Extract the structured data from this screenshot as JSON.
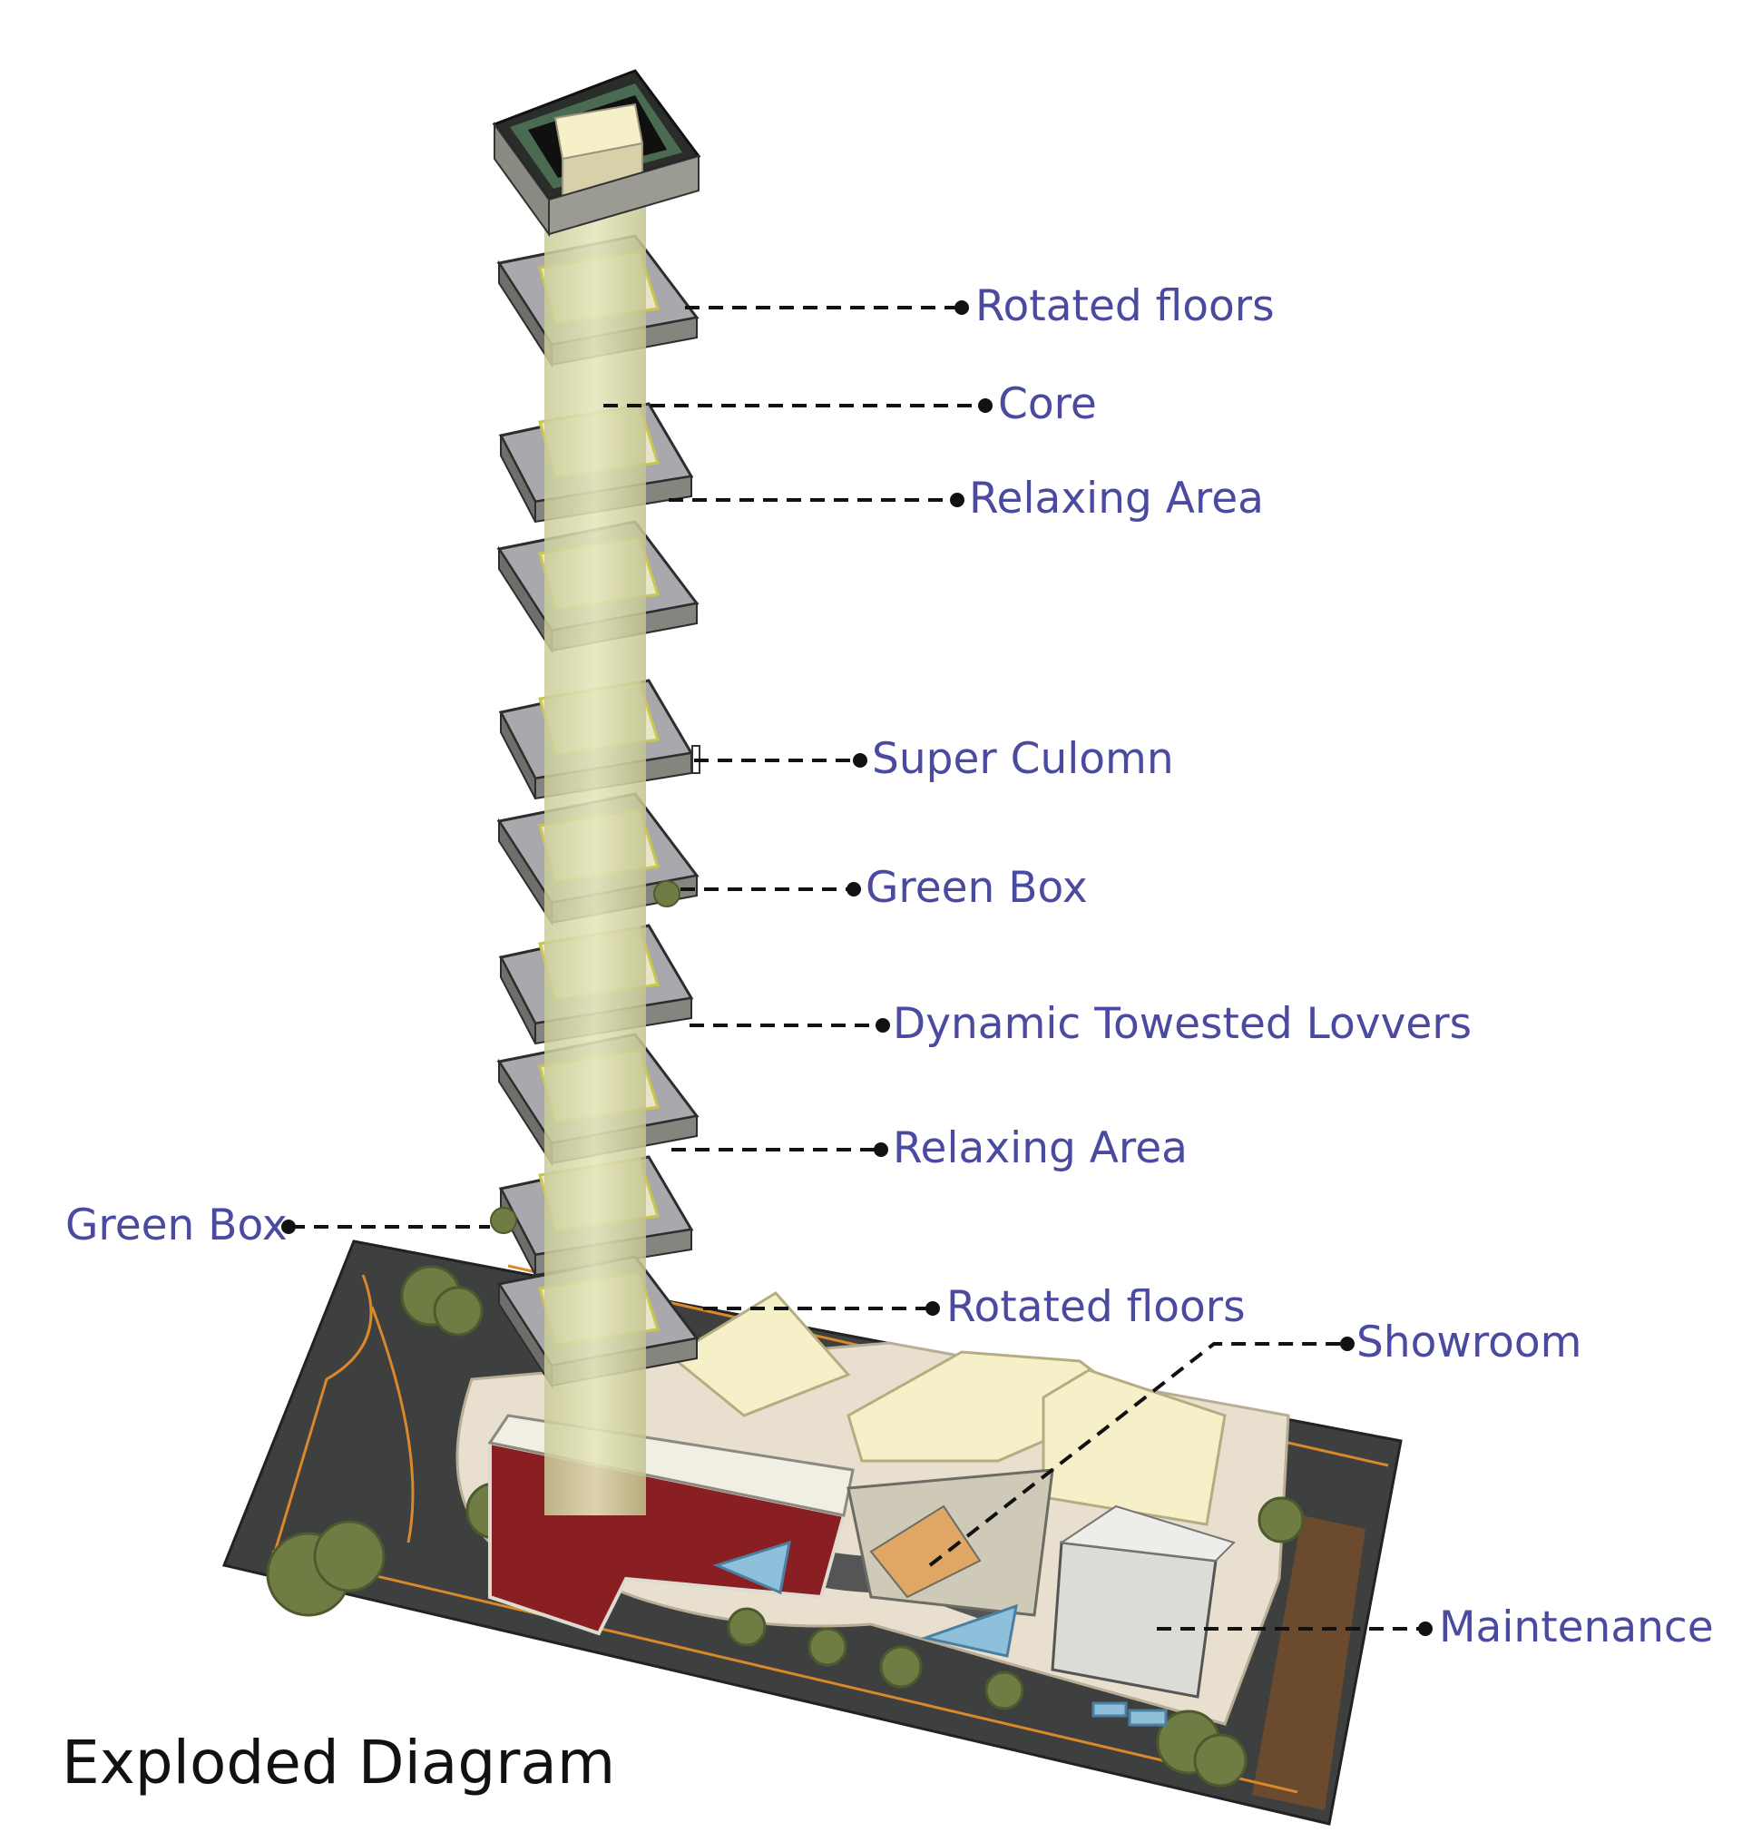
{
  "title": "Exploded Diagram",
  "colors": {
    "label": "#4a4aa0",
    "leader": "#111111",
    "road": "#3e3f3f",
    "road_line": "#d9882a",
    "soil": "#6b4a2e",
    "floor_slab": "#a9a9ad",
    "core": "#d8d9a8",
    "roof": "#f6f0c8",
    "tree": "#6f7d45",
    "water": "#8ec0dc",
    "maroon": "#6d1f22",
    "green_roof": "#4a6a52"
  },
  "labels": [
    {
      "id": "rotated-floors-top",
      "text": "Rotated floors"
    },
    {
      "id": "core",
      "text": "Core"
    },
    {
      "id": "relaxing-area-top",
      "text": "Relaxing Area"
    },
    {
      "id": "super-culomn",
      "text": "Super Culomn"
    },
    {
      "id": "green-box-right",
      "text": "Green Box"
    },
    {
      "id": "dynamic-lovvers",
      "text": "Dynamic Towested Lovvers"
    },
    {
      "id": "relaxing-area-bottom",
      "text": "Relaxing Area"
    },
    {
      "id": "green-box-left",
      "text": "Green Box"
    },
    {
      "id": "rotated-floors-bottom",
      "text": "Rotated floors"
    },
    {
      "id": "showroom",
      "text": "Showroom"
    },
    {
      "id": "maintenance",
      "text": "Maintenance"
    }
  ]
}
